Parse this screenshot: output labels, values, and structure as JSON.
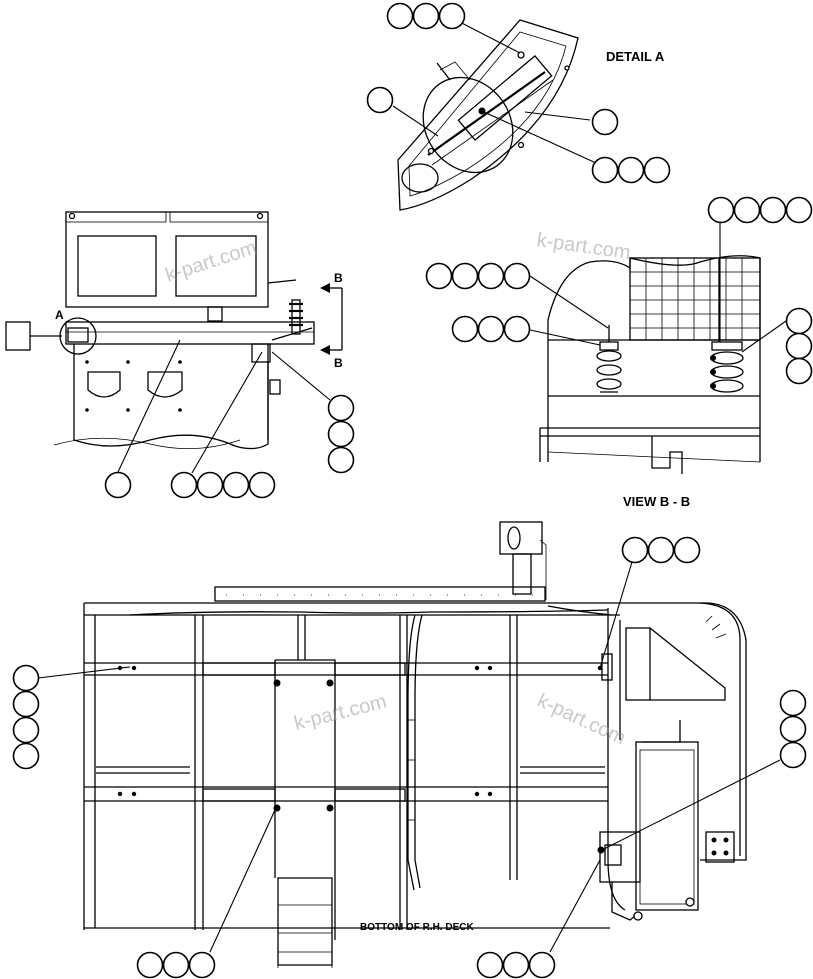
{
  "labels": {
    "detail_a": "DETAIL A",
    "view_bb": "VIEW B - B",
    "bottom_deck": "BOTTOM OF R.H. DECK",
    "section_b_top": "B",
    "section_b_bottom": "B",
    "detail_marker": "A"
  },
  "watermark": "k-part.com"
}
